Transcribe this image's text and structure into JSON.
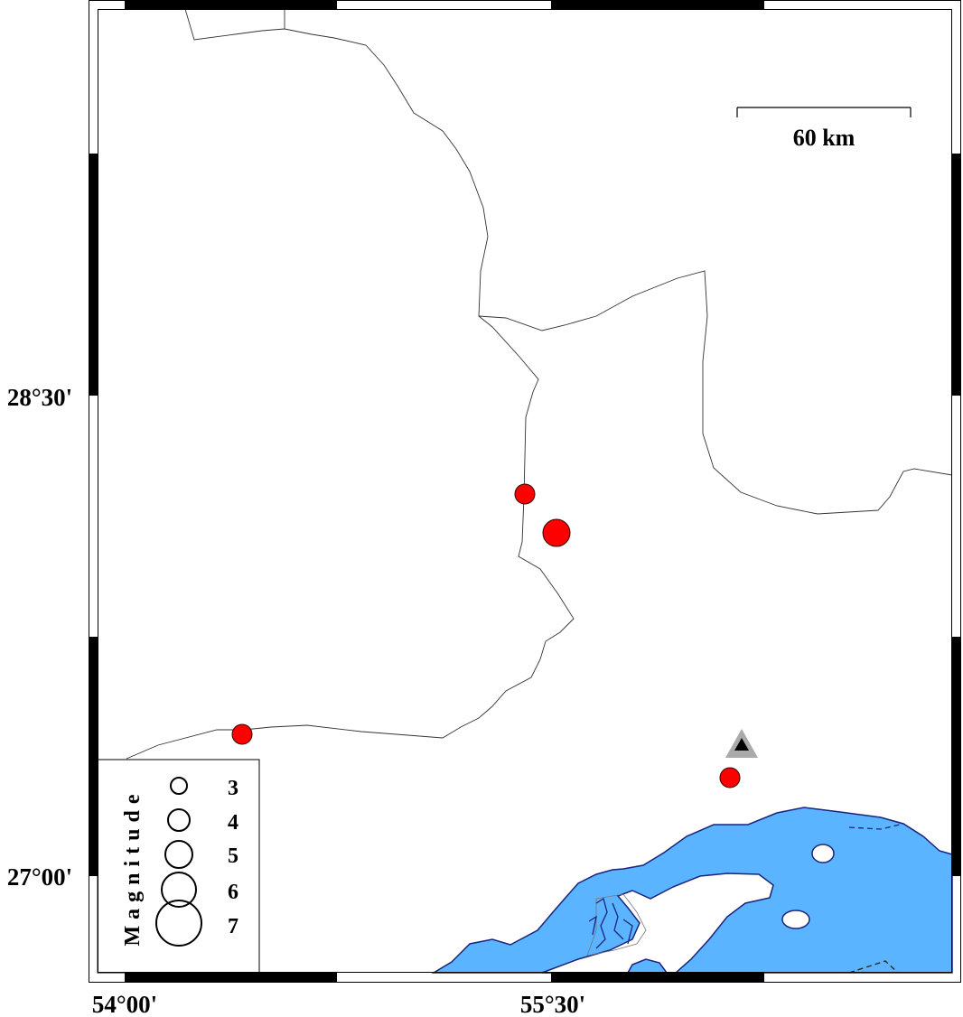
{
  "map": {
    "axis_labels": {
      "left": [
        "28°30'",
        "27°00'"
      ],
      "bottom": [
        "54°00'",
        "55°30'"
      ]
    },
    "scale_bar": {
      "label": "60 km"
    },
    "legend": {
      "title": "Magnitude",
      "entries": [
        "3",
        "4",
        "5",
        "6",
        "7"
      ]
    },
    "events": [
      {
        "magnitude_class": "medium"
      },
      {
        "magnitude_class": "large"
      },
      {
        "magnitude_class": "medium"
      },
      {
        "magnitude_class": "medium"
      }
    ],
    "station": {
      "symbol": "triangle"
    },
    "colors": {
      "sea": "#5ab4ff",
      "coast": "#1a237e",
      "event": "#ff0000",
      "station_outer": "#aaaaaa",
      "station_inner": "#000000",
      "border": "#333333"
    }
  }
}
